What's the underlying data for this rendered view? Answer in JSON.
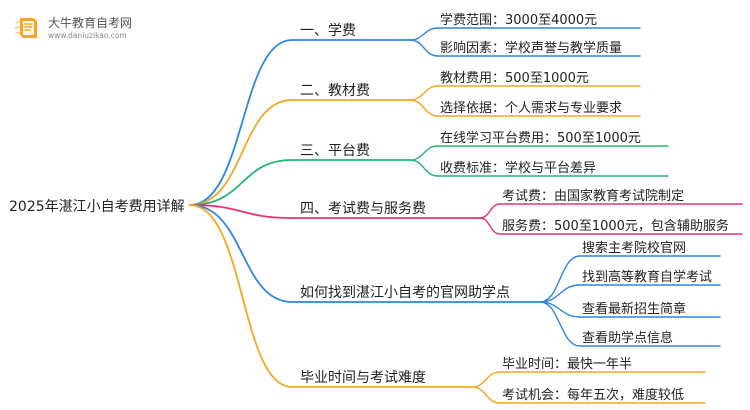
{
  "logo": {
    "name": "大牛教育自考网",
    "url": "www.daniuzikao.com"
  },
  "mindmap": {
    "root": "2025年湛江小自考费用详解",
    "branches": [
      {
        "label": "一、学费",
        "color": "#2e86de",
        "leaves": [
          "学费范围：3000至4000元",
          "影响因素：学校声誉与教学质量"
        ]
      },
      {
        "label": "二、教材费",
        "color": "#f5a623",
        "leaves": [
          "教材费用：500至1000元",
          "选择依据：个人需求与专业要求"
        ]
      },
      {
        "label": "三、平台费",
        "color": "#22b573",
        "leaves": [
          "在线学习平台费用：500至1000元",
          "收费标准：学校与平台差异"
        ]
      },
      {
        "label": "四、考试费与服务费",
        "color": "#e8336a",
        "leaves": [
          "考试费：由国家教育考试院制定",
          "服务费：500至1000元，包含辅助服务"
        ]
      },
      {
        "label": "如何找到湛江小自考的官网助学点",
        "color": "#2e86de",
        "leaves": [
          "搜索主考院校官网",
          "找到高等教育自学考试",
          "查看最新招生简章",
          "查看助学点信息"
        ]
      },
      {
        "label": "毕业时间与考试难度",
        "color": "#f5a623",
        "leaves": [
          "毕业时间：最快一年半",
          "考试机会：每年五次，难度较低"
        ]
      }
    ]
  }
}
